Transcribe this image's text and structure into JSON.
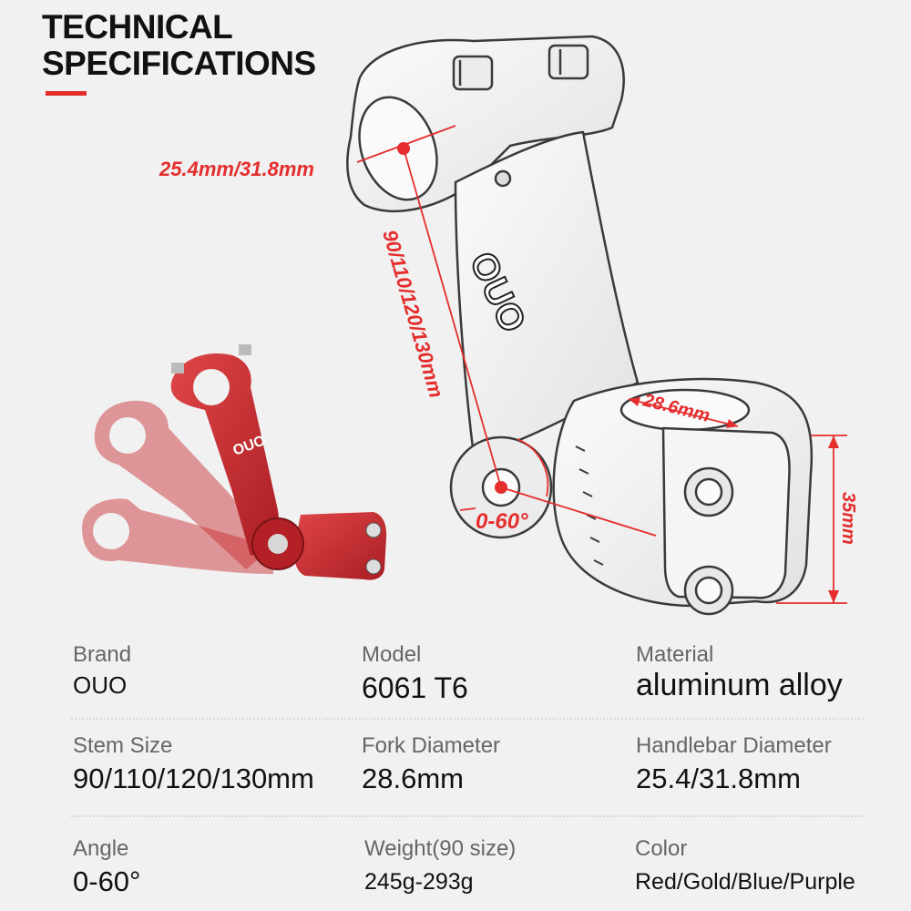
{
  "header": {
    "title_line1": "TECHNICAL",
    "title_line2": "SPECIFICATIONS"
  },
  "dimensions": {
    "handlebar_clamp": "25.4mm/31.8mm",
    "stem_length": "90/110/120/130mm",
    "steerer_clamp": "28.6mm",
    "stack_height": "35mm",
    "angle_range": "0-60°"
  },
  "logo": {
    "text": "OUO"
  },
  "specs": [
    [
      {
        "label": "Brand",
        "value": "OUO"
      },
      {
        "label": "Model",
        "value": "6061 T6"
      },
      {
        "label": "Material",
        "value": "aluminum alloy"
      }
    ],
    [
      {
        "label": "Stem Size",
        "value": "90/110/120/130mm"
      },
      {
        "label": "Fork Diameter",
        "value": "28.6mm"
      },
      {
        "label": "Handlebar Diameter",
        "value": "25.4/31.8mm"
      }
    ],
    [
      {
        "label": "Angle",
        "value": "0-60°"
      },
      {
        "label": "Weight(90 size)",
        "value": "245g-293g"
      },
      {
        "label": "Color",
        "value": "Red/Gold/Blue/Purple"
      }
    ]
  ],
  "colors": {
    "accent": "#e52d2d",
    "product_red": "#c8262b",
    "background": "#f1f1f1"
  }
}
